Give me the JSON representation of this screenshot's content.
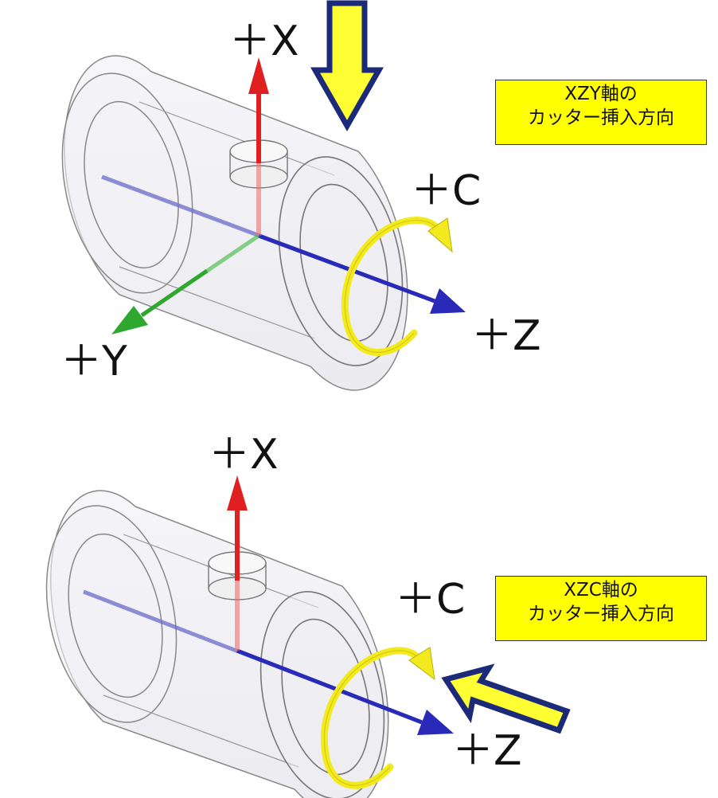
{
  "diagrams": [
    {
      "label_x": "＋X",
      "label_y": "＋Y",
      "label_z": "＋Z",
      "label_c": "＋C",
      "callout_line1": "XZY軸の",
      "callout_line2": "カッター挿入方向"
    },
    {
      "label_x": "＋X",
      "label_z": "＋Z",
      "label_c": "＋C",
      "callout_line1": "XZC軸の",
      "callout_line2": "カッター挿入方向"
    }
  ],
  "colors": {
    "x_axis": "#e02020",
    "y_axis": "#2ea82e",
    "z_axis": "#2a2ab8",
    "rotation_arrow": "#f2ea1e",
    "insert_arrow_fill": "#ffff33",
    "insert_arrow_stroke": "#1c2a7a",
    "callout_bg": "#ffff00",
    "cylinder_stroke": "#777777"
  },
  "icons": {
    "insert_arrow_top": "arrow-down-icon",
    "insert_arrow_bottom": "arrow-up-left-icon",
    "rotation": "rotation-c-icon"
  }
}
